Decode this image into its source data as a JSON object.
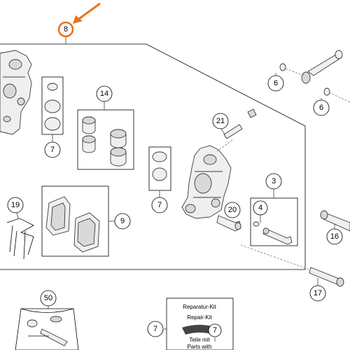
{
  "diagram": {
    "highlight_color": "#e8731c",
    "callouts": [
      {
        "id": "c8",
        "label": "8"
      },
      {
        "id": "c7a",
        "label": "7"
      },
      {
        "id": "c14",
        "label": "14"
      },
      {
        "id": "c7b",
        "label": "7"
      },
      {
        "id": "c9",
        "label": "9"
      },
      {
        "id": "c19",
        "label": "19"
      },
      {
        "id": "c21",
        "label": "21"
      },
      {
        "id": "c3",
        "label": "3"
      },
      {
        "id": "c4",
        "label": "4"
      },
      {
        "id": "c20",
        "label": "20"
      },
      {
        "id": "c6a",
        "label": "6"
      },
      {
        "id": "c6b",
        "label": "6"
      },
      {
        "id": "c16",
        "label": "16"
      },
      {
        "id": "c17",
        "label": "17"
      },
      {
        "id": "c50",
        "label": "50"
      },
      {
        "id": "c7c",
        "label": "7"
      }
    ],
    "kit_card": {
      "line1": "Reparatur-Kit",
      "line2": "Repair-Kit",
      "line3": "Teile mit",
      "line4": "Parts with"
    }
  }
}
